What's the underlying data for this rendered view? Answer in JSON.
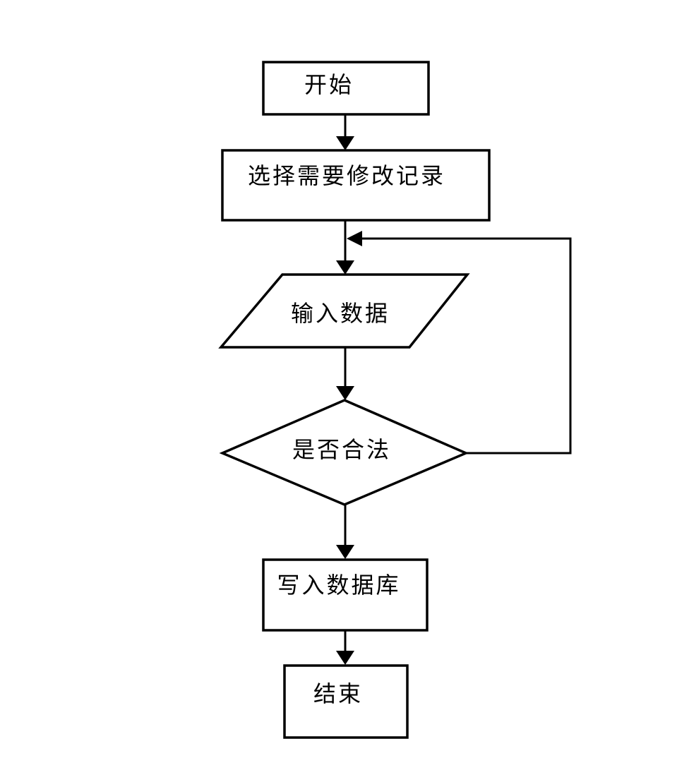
{
  "page": {
    "background_color": "#ffffff"
  },
  "diagram": {
    "type": "flowchart",
    "stroke_color": "#000000",
    "node_fill_color": "#ffffff",
    "text_color": "#000000",
    "nodes": [
      {
        "id": "start",
        "shape": "rectangle",
        "label": "开始"
      },
      {
        "id": "select-record",
        "shape": "rectangle",
        "label": "选择需要修改记录"
      },
      {
        "id": "input-data",
        "shape": "parallelogram",
        "label": "输入数据"
      },
      {
        "id": "check-valid",
        "shape": "diamond",
        "label": "是否合法"
      },
      {
        "id": "write-db",
        "shape": "rectangle",
        "label": "写入数据库"
      },
      {
        "id": "end",
        "shape": "rectangle",
        "label": "结束"
      }
    ],
    "edges": [
      {
        "from": "start",
        "to": "select-record"
      },
      {
        "from": "select-record",
        "to": "input-data"
      },
      {
        "from": "input-data",
        "to": "check-valid"
      },
      {
        "from": "check-valid",
        "to": "write-db"
      },
      {
        "from": "check-valid",
        "to": "input-data",
        "kind": "feedback-loop"
      },
      {
        "from": "write-db",
        "to": "end"
      }
    ]
  }
}
